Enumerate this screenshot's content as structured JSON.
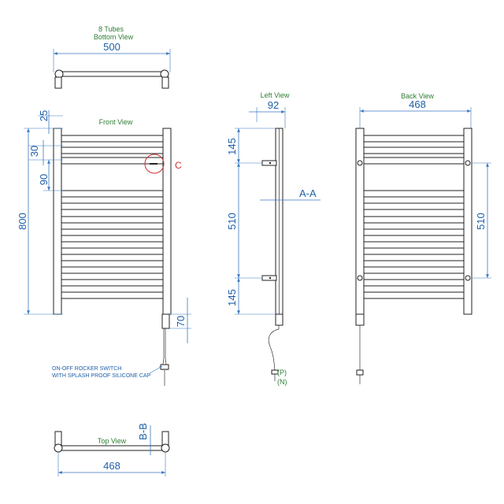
{
  "bottom_view": {
    "title_line1": "8 Tubes",
    "title_line2": "Bottom View",
    "width_dim": "500"
  },
  "front_view": {
    "title": "Front View",
    "dim_top": "25",
    "dim_30": "30",
    "dim_90": "90",
    "dim_height": "800",
    "dim_70": "70",
    "detail_label": "C"
  },
  "left_view": {
    "title": "Left View",
    "dim_depth": "92",
    "dim_145_top": "145",
    "dim_510": "510",
    "dim_145_bottom": "145",
    "section_label": "A-A",
    "wire_p": "(P)",
    "wire_n": "(N)"
  },
  "back_view": {
    "title": "Back View",
    "dim_width": "468",
    "dim_510": "510"
  },
  "switch_note": {
    "line1": "ON-OFF ROCKER SWITCH",
    "line2": "WITH SPLASH PROOF SILICONE CAP"
  },
  "top_view": {
    "title": "Top View",
    "width_dim": "468",
    "section_label": "B-B"
  },
  "colors": {
    "label_green": "#2e7d32",
    "dimension_blue": "#1f5fa8",
    "detail_red": "#d32f2f",
    "outline": "#222222"
  }
}
